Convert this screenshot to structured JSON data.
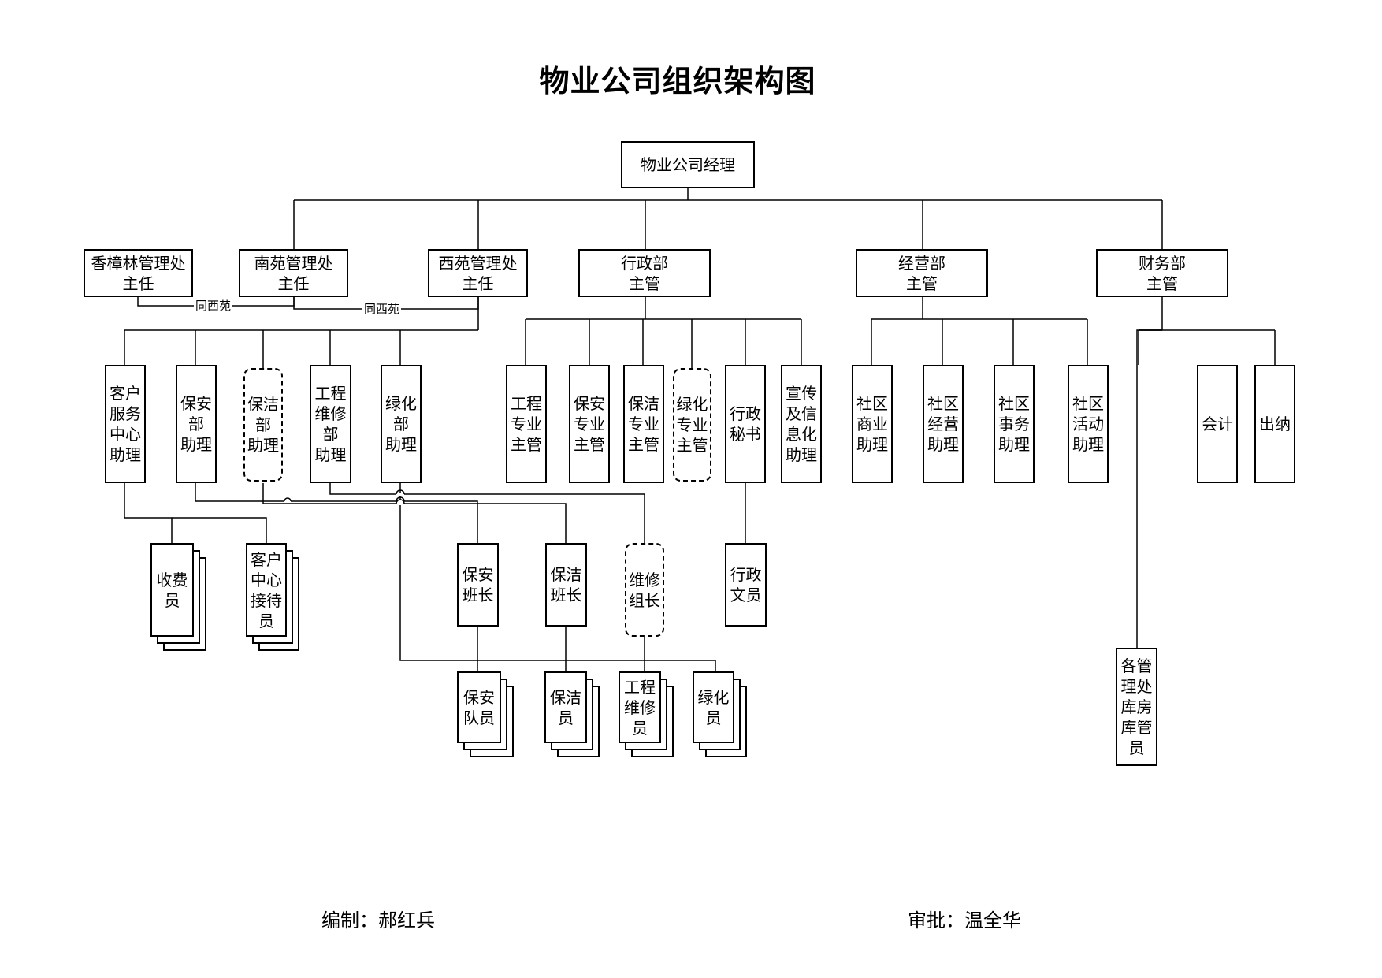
{
  "title": "物业公司组织架构图",
  "nodes": {
    "manager": "物业公司经理",
    "xiangzhanglin": "香樟林管理处\n主任",
    "nanyuan": "南苑管理处\n主任",
    "xiyuan": "西苑管理处\n主任",
    "admin": "行政部\n主管",
    "business": "经营部\n主管",
    "finance": "财务部\n主管",
    "kefu_asst": "客户\n服务\n中心\n助理",
    "baoan_asst": "保安\n部\n助理",
    "baojie_asst": "保洁\n部\n助理",
    "gongcheng_asst": "工程\n维修\n部\n助理",
    "lvhua_asst": "绿化\n部\n助理",
    "gc_sup": "工程\n专业\n主管",
    "ba_sup": "保安\n专业\n主管",
    "bj_sup": "保洁\n专业\n主管",
    "lh_sup": "绿化\n专业\n主管",
    "xz_sec": "行政\n秘书",
    "xc_asst": "宣传\n及信\n息化\n助理",
    "sq_shangye": "社区\n商业\n助理",
    "sq_jingying": "社区\n经营\n助理",
    "sq_shiwu": "社区\n事务\n助理",
    "sq_huodong": "社区\n活动\n助理",
    "kuaiji": "会计",
    "chuna": "出纳",
    "shoufei": "收费\n员",
    "jiedai": "客户\n中心\n接待\n员",
    "ba_banzhang": "保安\n班长",
    "bj_banzhang": "保洁\n班长",
    "wx_zuzhang": "维修\n组长",
    "xz_wenyuan": "行政\n文员",
    "ba_duiyuan": "保安\n队员",
    "bj_yuan": "保洁\n员",
    "gc_wxyuan": "工程\n维修\n员",
    "lh_yuan": "绿化\n员",
    "kufang": "各管\n理处\n库房\n库管\n员"
  },
  "notes": {
    "same1": "同西苑",
    "same2": "同西苑"
  },
  "footer": {
    "compiled_label": "编制：",
    "compiled_by": "郝红兵",
    "approved_label": "审批：",
    "approved_by": "温全华"
  }
}
